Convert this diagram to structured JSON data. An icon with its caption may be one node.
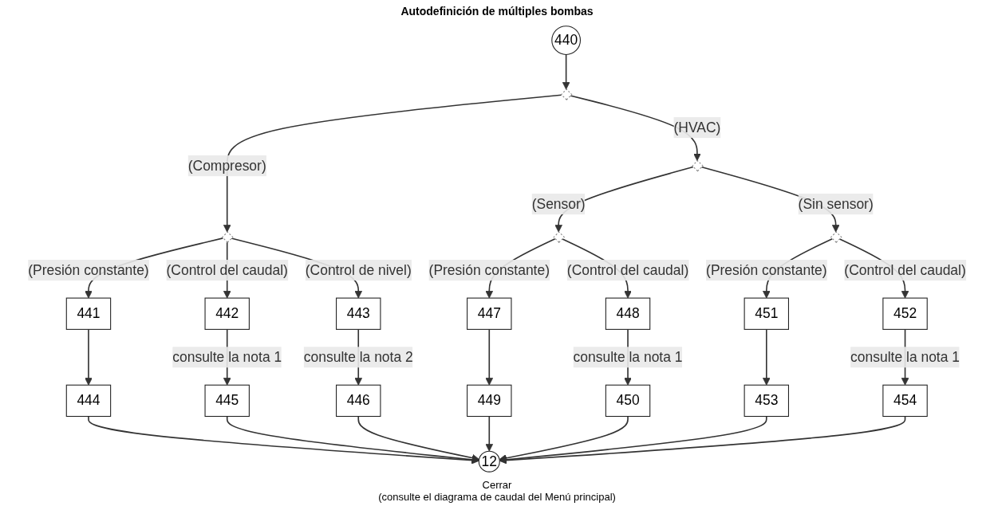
{
  "diagram": {
    "title": "Autodefinición de múltiples bombas",
    "nodes": [
      {
        "text": [
          "440"
        ]
      },
      {
        "text": [],
        "shape": "diamond"
      },
      {
        "text": [],
        "shape": "diamond"
      },
      {
        "text": [],
        "shape": "diamond"
      },
      {
        "text": [],
        "shape": "diamond"
      },
      {
        "text": [],
        "shape": "diamond"
      },
      {
        "text": [
          "441"
        ]
      },
      {
        "text": [
          "442"
        ]
      },
      {
        "text": [
          "443"
        ]
      },
      {
        "text": [
          "447"
        ]
      },
      {
        "text": [
          "448"
        ]
      },
      {
        "text": [
          "451"
        ]
      },
      {
        "text": [
          "452"
        ]
      },
      {
        "text": [
          "444"
        ]
      },
      {
        "text": [
          "445"
        ]
      },
      {
        "text": [
          "446"
        ]
      },
      {
        "text": [
          "449"
        ]
      },
      {
        "text": [
          "450"
        ]
      },
      {
        "text": [
          "453"
        ]
      },
      {
        "text": [
          "454"
        ]
      },
      {
        "text": [
          "12"
        ],
        "beside": [
          "Cerrar",
          "(consulte el diagrama de caudal del Menú principal)"
        ]
      }
    ],
    "edges": [
      {
        "from": 0,
        "to": 1,
        "arrow": "to"
      },
      {
        "from": 1,
        "to": 3,
        "arrow": "to",
        "label": "(Compresor)"
      },
      {
        "from": 1,
        "to": 2,
        "arrow": "to",
        "label": "(HVAC)"
      },
      {
        "from": 2,
        "to": 4,
        "arrow": "to",
        "label": "(Sensor)"
      },
      {
        "from": 2,
        "to": 5,
        "arrow": "to",
        "label": "(Sin sensor)"
      },
      {
        "from": 3,
        "to": 6,
        "arrow": "to",
        "label": "(Presión constante)"
      },
      {
        "from": 3,
        "to": 7,
        "arrow": "to",
        "label": "(Control del caudal)"
      },
      {
        "from": 3,
        "to": 8,
        "arrow": "to",
        "label": "(Control de nivel)"
      },
      {
        "from": 4,
        "to": 9,
        "arrow": "to",
        "label": "(Presión constante)"
      },
      {
        "from": 4,
        "to": 10,
        "arrow": "to",
        "label": "(Control del caudal)"
      },
      {
        "from": 5,
        "to": 11,
        "arrow": "to",
        "label": "(Presión constante)"
      },
      {
        "from": 5,
        "to": 12,
        "arrow": "to",
        "label": "(Control del caudal)"
      },
      {
        "from": 6,
        "to": 13,
        "arrow": "to"
      },
      {
        "from": 7,
        "to": 14,
        "arrow": "to",
        "label": "consulte la nota 1"
      },
      {
        "from": 8,
        "to": 15,
        "arrow": "to",
        "label": "consulte la nota 2"
      },
      {
        "from": 9,
        "to": 16,
        "arrow": "to"
      },
      {
        "from": 10,
        "to": 17,
        "arrow": "to",
        "label": "consulte la nota 1"
      },
      {
        "from": 11,
        "to": 18,
        "arrow": "to"
      },
      {
        "from": 12,
        "to": 19,
        "arrow": "to",
        "label": "consulte la nota 1"
      },
      {
        "from": 13,
        "to": 20,
        "arrow": "to"
      },
      {
        "from": 14,
        "to": 20,
        "arrow": "to"
      },
      {
        "from": 15,
        "to": 20,
        "arrow": "to"
      },
      {
        "from": 16,
        "to": 20,
        "arrow": "to"
      },
      {
        "from": 17,
        "to": 20,
        "arrow": "to"
      },
      {
        "from": 18,
        "to": 20,
        "arrow": "to"
      },
      {
        "from": 19,
        "to": 20,
        "arrow": "to"
      }
    ]
  }
}
